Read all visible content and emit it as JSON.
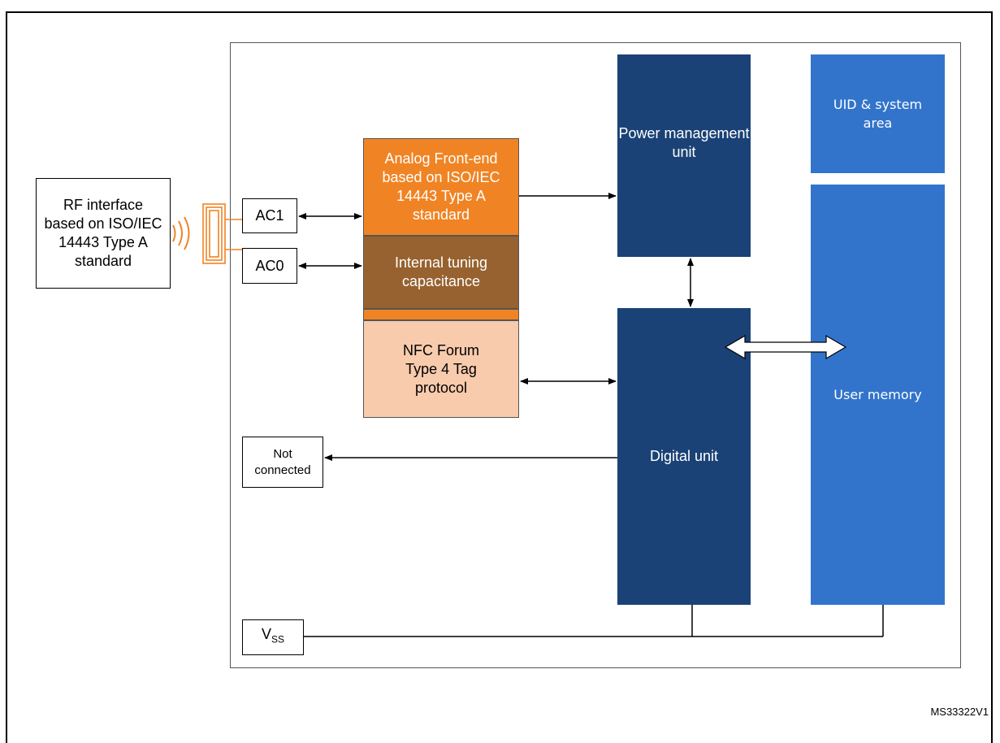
{
  "blocks": {
    "rf_interface": "RF interface based on ISO/IEC 14443 Type A standard",
    "ac1": "AC1",
    "ac0": "AC0",
    "analog_front_end": "Analog Front-end based on ISO/IEC 14443 Type A standard",
    "internal_tuning": "Internal tuning capacitance",
    "nfc_forum": "NFC Forum Type 4 Tag protocol",
    "not_connected": "Not connected",
    "power_management": "Power management unit",
    "digital_unit": "Digital unit",
    "uid_system_area": "UID & system area",
    "user_memory": "User memory",
    "vss_main": "V",
    "vss_sub": "SS"
  },
  "reference": "MS33322V1",
  "colors": {
    "afe_orange": "#F08424",
    "tuning_brown": "#97622F",
    "nfc_peach": "#F8CBAD",
    "navy": "#1A4276",
    "memory_blue": "#3274CB",
    "antenna_orange": "#F08424"
  }
}
